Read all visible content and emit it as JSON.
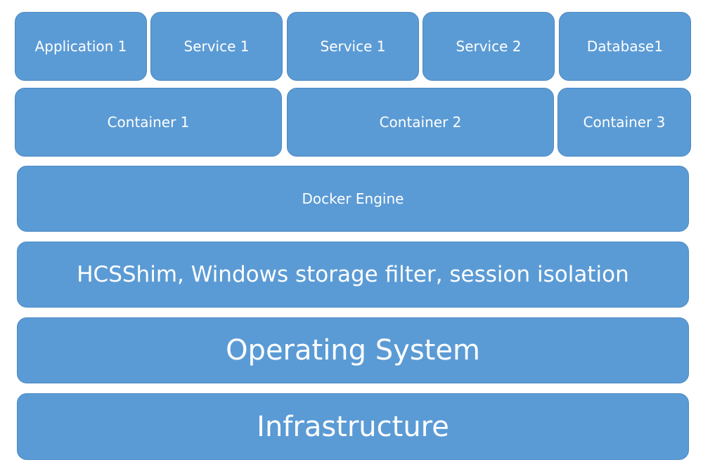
{
  "diagram": {
    "apps_row": {
      "application_1": "Application 1",
      "service_1a": "Service 1",
      "service_1b": "Service 1",
      "service_2": "Service 2",
      "database_1": "Database1"
    },
    "containers_row": {
      "container_1": "Container 1",
      "container_2": "Container 2",
      "container_3": "Container 3"
    },
    "layers": {
      "docker_engine": "Docker Engine",
      "hcsshim": "HCSShim, Windows storage filter, session isolation",
      "operating_system": "Operating System",
      "infrastructure": "Infrastructure"
    },
    "colors": {
      "box_fill": "#5b9bd5",
      "box_border": "#4a88c2",
      "text": "#ffffff"
    }
  }
}
